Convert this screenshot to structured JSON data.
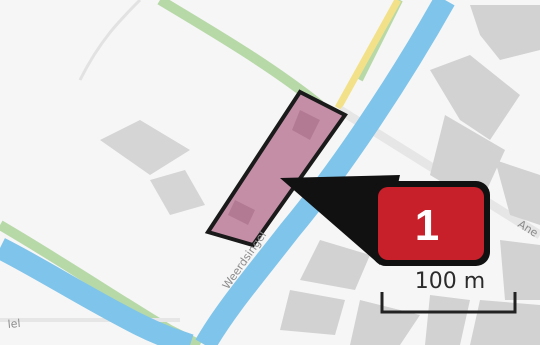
{
  "map": {
    "street_labels": {
      "canal_path": "Weerdsingel",
      "east_road": "Ane",
      "bottom_left": "lel"
    },
    "marker": {
      "number": "1",
      "color": "#c8202a"
    },
    "scale_bar": {
      "label": "100 m"
    },
    "colors": {
      "water": "#7fc4ea",
      "green_path": "#b7d9a8",
      "yellow_road": "#f4e38a",
      "building": "#d0d0d0",
      "highlight_fill": "#c48fa6",
      "outline": "#1a1a1a"
    }
  }
}
